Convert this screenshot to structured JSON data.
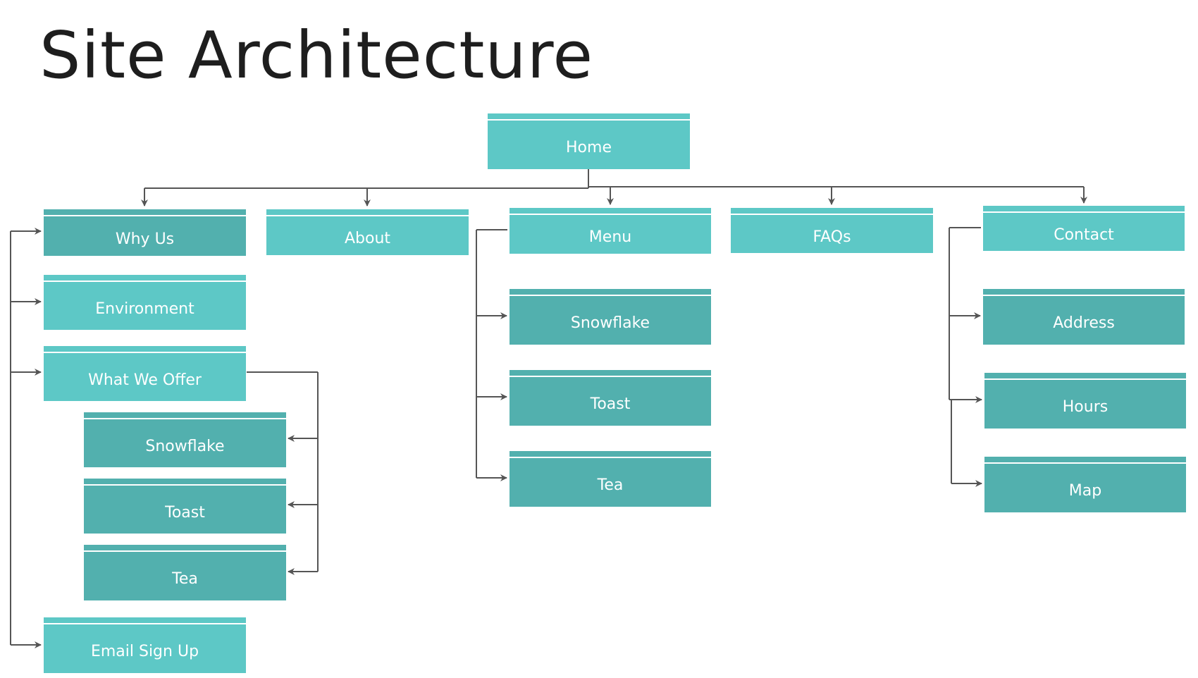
{
  "title": "Site Architecture",
  "colors": {
    "light_node": "#5dc8c6",
    "dark_node": "#52b0ae",
    "connector": "#555555",
    "title_text": "#1e1e1e"
  },
  "nodes": {
    "home": "Home",
    "why_us": "Why Us",
    "about": "About",
    "menu": "Menu",
    "faqs": "FAQs",
    "contact": "Contact",
    "environment": "Environment",
    "what_we_offer": "What We Offer",
    "offer_snowflake": "Snowflake",
    "offer_toast": "Toast",
    "offer_tea": "Tea",
    "email_sign_up": "Email Sign Up",
    "menu_snowflake": "Snowflake",
    "menu_toast": "Toast",
    "menu_tea": "Tea",
    "address": "Address",
    "hours": "Hours",
    "map": "Map"
  }
}
